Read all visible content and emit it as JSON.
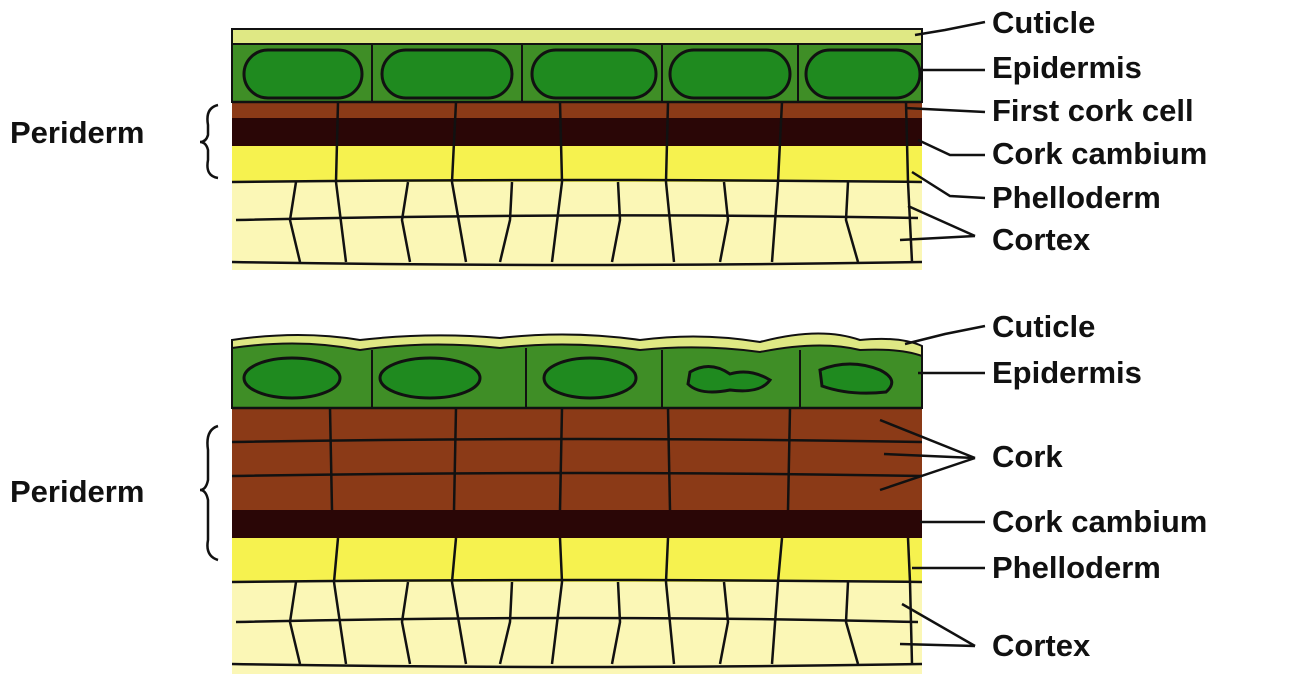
{
  "colors": {
    "cuticle": "#dfe884",
    "epidermis_outer": "#3f8e26",
    "epidermis_inner": "#1f8a1f",
    "cork": "#8b3a17",
    "cork_cambium": "#2a0606",
    "phelloderm": "#f6f24f",
    "cortex": "#fbf7b6",
    "outline": "#111111"
  },
  "panels": [
    {
      "id": "young",
      "bracket_label": "Periderm",
      "labels": [
        "Cuticle",
        "Epidermis",
        "First cork cell",
        "Cork cambium",
        "Phelloderm",
        "Cortex"
      ]
    },
    {
      "id": "mature",
      "bracket_label": "Periderm",
      "labels": [
        "Cuticle",
        "Epidermis",
        "Cork",
        "Cork cambium",
        "Phelloderm",
        "Cortex"
      ]
    }
  ]
}
